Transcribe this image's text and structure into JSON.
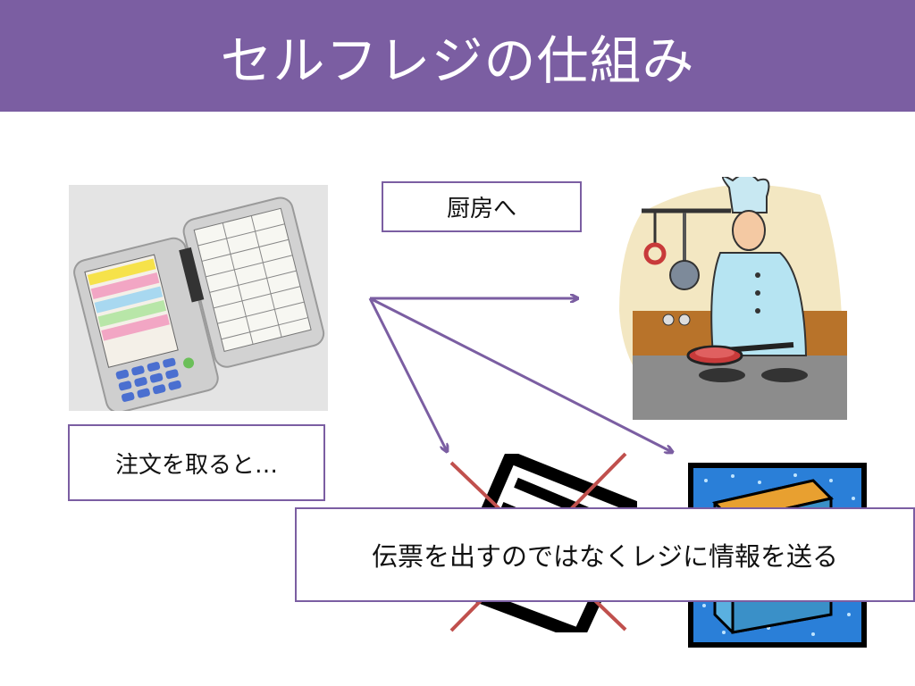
{
  "slide": {
    "title": "セルフレジの仕組み",
    "box_kitchen": "厨房へ",
    "box_order": "注文を取ると…",
    "box_info": "伝票を出すのではなくレジに情報を送る"
  },
  "colors": {
    "accent": "#7b5ea2",
    "cross": "#c0504d"
  },
  "icons": {
    "device": "handheld-order-terminal",
    "chef": "chef-cooking",
    "slip": "paper-slip",
    "register": "register-monitor"
  }
}
